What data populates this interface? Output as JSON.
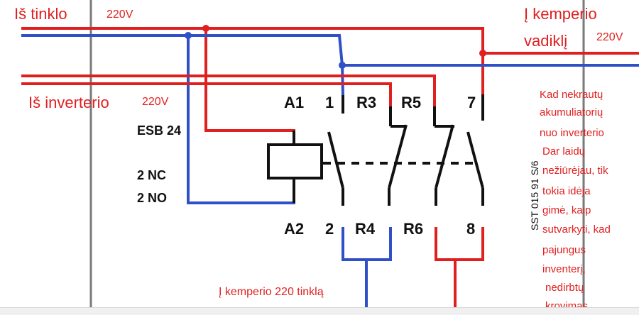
{
  "labels": {
    "from_grid": "Iš tinklo",
    "from_grid_voltage": "220V",
    "to_camper_line1": "Į kemperio",
    "to_camper_line2": "vadiklį",
    "to_camper_voltage": "220V",
    "from_inverter": "Iš inverterio",
    "from_inverter_voltage": "220V",
    "to_camper_network": "Į kemperio 220 tinklą"
  },
  "relay": {
    "model": "ESB 24",
    "contacts_nc": "2 NC",
    "contacts_no": "2 NO",
    "coil_top": "A1",
    "coil_bottom": "A2",
    "part_number": "SST 015 91 S/6",
    "terminals_top": [
      "1",
      "R3",
      "R5",
      "7"
    ],
    "terminals_bottom": [
      "2",
      "R4",
      "R6",
      "8"
    ]
  },
  "note_lines": [
    "Kad nekrautų",
    "akumuliatorių",
    "nuo inverterio",
    "Dar laidų",
    "nežiūrėjau, tik",
    "tokia idėja",
    "gimė, kaip",
    "sutvarkyti, kad",
    "pajungus",
    "inventerį,",
    "nedirbtų",
    "krovimas."
  ],
  "colors": {
    "phase_wire": "#e0201f",
    "neutral_wire": "#3050c8",
    "relay_symbol": "#111111",
    "text": "#e0201f"
  }
}
